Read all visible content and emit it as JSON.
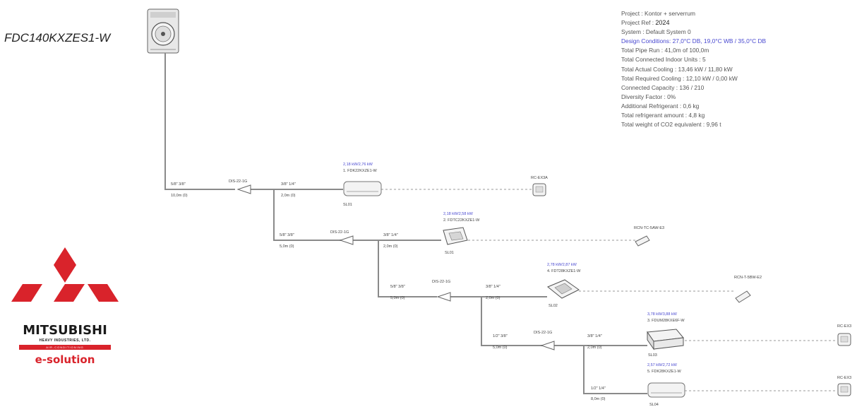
{
  "outdoor_unit": {
    "model": "FDC140KXZES1-W"
  },
  "project_info": {
    "project": "Project : Kontor + serverrum",
    "project_ref_label": "Project Ref :",
    "project_ref_value": "2024",
    "system": "System : Default System 0",
    "design_conditions": "Design Conditions: 27,0°C DB, 19,0°C WB / 35,0°C DB",
    "total_pipe_run": "Total Pipe Run : 41,0m   of 100,0m",
    "total_indoor_units": "Total Connected Indoor Units : 5",
    "total_actual_cooling": "Total Actual Cooling : 13,46 kW / 11,80 kW",
    "total_required_cooling": "Total Required Cooling : 12,10 kW / 0,00 kW",
    "connected_capacity": "Connected Capacity : 136 / 210",
    "diversity_factor": "Diversity Factor : 0%",
    "additional_refrigerant": "Additional Refrigerant : 0,6 kg",
    "total_refrigerant": "Total refrigerant amount : 4,8 kg",
    "co2_equivalent": "Total weight of CO2 equivalent : 9,96 t"
  },
  "pipes": [
    {
      "size": "5/8\" 3/8\"",
      "length": "10,0m (0)"
    },
    {
      "size": "3/8\" 1/4\"",
      "length": "2,0m (0)"
    },
    {
      "size": "5/8\" 3/8\"",
      "length": "5,0m (0)"
    },
    {
      "size": "3/8\" 1/4\"",
      "length": "2,0m (0)"
    },
    {
      "size": "5/8\" 3/8\"",
      "length": "5,0m (0)"
    },
    {
      "size": "3/8\" 1/4\"",
      "length": "2,0m (0)"
    },
    {
      "size": "1/2\" 3/8\"",
      "length": "5,0m (0)"
    },
    {
      "size": "3/8\" 1/4\"",
      "length": "2,0m (0)"
    },
    {
      "size": "1/2\" 1/4\"",
      "length": "8,0m (0)"
    }
  ],
  "branches": [
    "DIS-22-1G",
    "DIS-22-1G",
    "DIS-22-1G",
    "DIS-22-1G"
  ],
  "indoor_units": [
    {
      "capacity": "2,18 kW/2,76 kW",
      "model": "1. FDK22KXZE1-W",
      "tag": "SL01",
      "controller": "RC-EX3A"
    },
    {
      "capacity": "2,18 kW/2,58 kW",
      "model": "2. FDTC22KXZE1-W",
      "tag": "SL01",
      "controller": "RCN-TC-5AW-E3"
    },
    {
      "capacity": "2,78 kW/2,87 kW",
      "model": "4. FDT28KXZE1-W",
      "tag": "SL02",
      "controller": "RCN-T-5BW-E2"
    },
    {
      "capacity": "3,78 kW/3,88 kW",
      "model": "3. FDUM28KXE6F-W",
      "tag": "SL03",
      "controller": "RC-EX3"
    },
    {
      "capacity": "2,57 kW/2,72 kW",
      "model": "5. FDK28KXZE1-W",
      "tag": "SL04",
      "controller": "RC-EX3"
    }
  ],
  "logo": {
    "brand": "MITSUBISHI",
    "sub": "HEAVY INDUSTRIES, LTD.",
    "band": "AIR-CONDITIONING",
    "esolution": "e-solution"
  },
  "colors": {
    "accent": "#4848d0",
    "pipe": "#8a8a8a",
    "logo_red": "#d9232b"
  }
}
